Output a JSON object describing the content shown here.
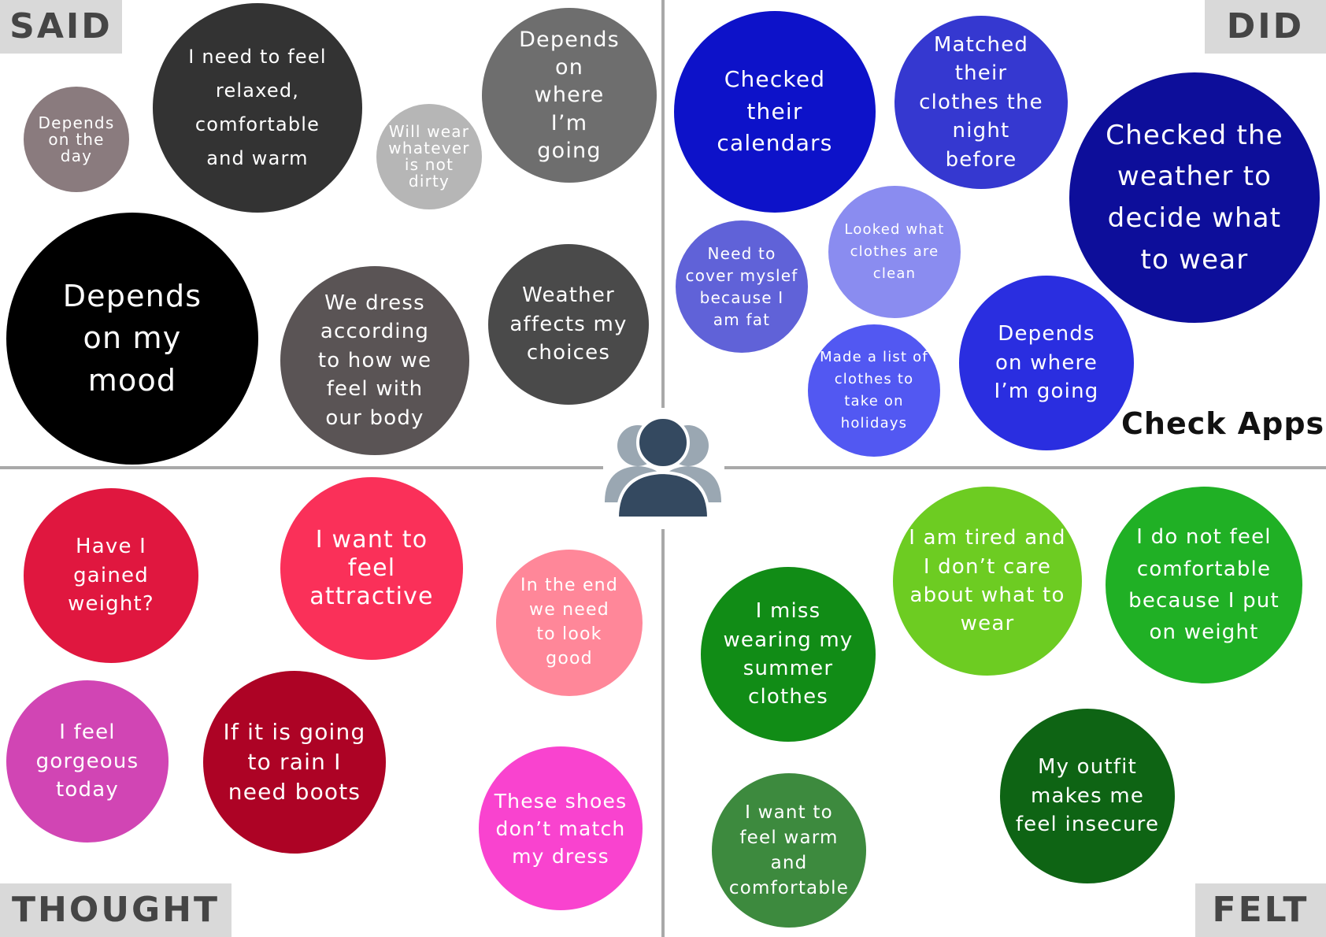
{
  "quadrants": {
    "said": {
      "label": "SAID",
      "items": [
        {
          "text": "Depends on the day",
          "color": "#8a7b7e"
        },
        {
          "text": "I need to feel relaxed, comfortable and warm",
          "color": "#333333"
        },
        {
          "text": "Will wear whatever is not dirty",
          "color": "#b6b6b6"
        },
        {
          "text": "Depends on where I’m going",
          "color": "#6e6e6e"
        },
        {
          "text": "Depends on my mood",
          "color": "#000000"
        },
        {
          "text": "We dress according to how we feel with our body",
          "color": "#5a5455"
        },
        {
          "text": "Weather affects my choices",
          "color": "#4a4a4a"
        }
      ]
    },
    "did": {
      "label": "DID",
      "items": [
        {
          "text": "Checked their calendars",
          "color": "#0d12c9"
        },
        {
          "text": "Matched their clothes the night before",
          "color": "#3538d0"
        },
        {
          "text": "Checked the weather to decide what to wear",
          "color": "#0d0e9a"
        },
        {
          "text": "Need to cover myslef because I am fat",
          "color": "#6062d8"
        },
        {
          "text": "Looked what clothes are clean",
          "color": "#8a8cf0"
        },
        {
          "text": "Made a list of clothes to take on holidays",
          "color": "#5258f2"
        },
        {
          "text": "Depends on where I’m going",
          "color": "#2a2ee0"
        }
      ],
      "note": "Check Apps"
    },
    "thought": {
      "label": "THOUGHT",
      "items": [
        {
          "text": "Have I gained weight?",
          "color": "#e0173f"
        },
        {
          "text": "I want to feel attractive",
          "color": "#fa3059"
        },
        {
          "text": "In the end we need to look good",
          "color": "#ff8799"
        },
        {
          "text": "I feel gorgeous today",
          "color": "#d145b4"
        },
        {
          "text": "If it is going to rain I need boots",
          "color": "#ad0325"
        },
        {
          "text": "These shoes don’t match my dress",
          "color": "#f943cf"
        }
      ]
    },
    "felt": {
      "label": "FELT",
      "items": [
        {
          "text": "I am tired and I don’t care about what to wear",
          "color": "#6dcc22"
        },
        {
          "text": "I do not feel comfortable because I put on weight",
          "color": "#20b025"
        },
        {
          "text": "I miss wearing my summer clothes",
          "color": "#118c16"
        },
        {
          "text": "My outfit makes me feel insecure",
          "color": "#0e6414"
        },
        {
          "text": "I want to feel warm and comfortable",
          "color": "#3d8a3e"
        }
      ]
    }
  },
  "persona_icon": "user-group-icon",
  "persona_colors": {
    "front": "#344960",
    "back": "#9aa7b2"
  }
}
